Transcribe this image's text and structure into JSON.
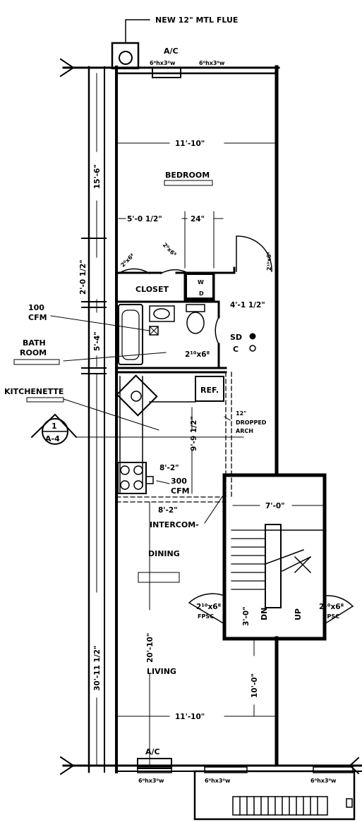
{
  "notes": {
    "flue": "NEW 12\" MTL FLUE",
    "ac_top": "A/C",
    "ac_bottom": "A/C",
    "fan_100": [
      "100",
      "CFM"
    ],
    "fan_300": [
      "300",
      "CFM"
    ],
    "dropped_arch": [
      "12\"",
      "DROPPED",
      "ARCH"
    ],
    "intercom": "INTERCOM-",
    "sd": "SD",
    "c": "C",
    "ref": "REF.",
    "wd": [
      "W",
      "D"
    ],
    "fpsc_left": "FPSC",
    "fpsc_right": "FPSC",
    "dn": "DN",
    "up": "UP"
  },
  "rooms": {
    "bedroom": "BEDROOM",
    "closet": "CLOSET",
    "bath": [
      "BATH",
      "ROOM"
    ],
    "kitchenette": "KITCHENETTE",
    "dining": "DINING",
    "living": "LIVING"
  },
  "section_marker": {
    "number": "1",
    "sheet": "A-4"
  },
  "dimensions": {
    "bedroom_width": "11'-10\"",
    "closet_split_a": "5'-0 1/2\"",
    "closet_split_b": "24\"",
    "left_upper": "15'-6\"",
    "left_closet": "2'-0 1/2\"",
    "left_bath": "5'-4\"",
    "left_lower": "30'-11 1/2\"",
    "living_depth": "20'-10\"",
    "kitchen_depth": "9'-9 1/2\"",
    "kitchen_width": "8'-2\"",
    "dining_width": "8'-2\"",
    "stair_width": "7'-0\"",
    "stair_depth": "3'-0\"",
    "closet_depth": "4'-1 1/2\"",
    "living_right": "10'-0\"",
    "living_width": "11'-10\""
  },
  "openings": {
    "window_top_a": "6⁰hx3⁰w",
    "window_top_b": "6⁰hx3⁰w",
    "window_bot_a": "6⁰hx3⁰w",
    "window_bot_b": "6⁰hx3⁰w",
    "window_bot_c": "6⁰hx3⁰w",
    "door_bedroom": "2¹⁰x6⁸",
    "door_closet_a": "2⁰x6⁸",
    "door_closet_b": "2⁰x6⁸",
    "door_bath": "2¹⁰x6⁸",
    "door_fpsc_left": "2¹⁰x6⁸",
    "door_fpsc_right": "2¹⁰x6⁸"
  }
}
